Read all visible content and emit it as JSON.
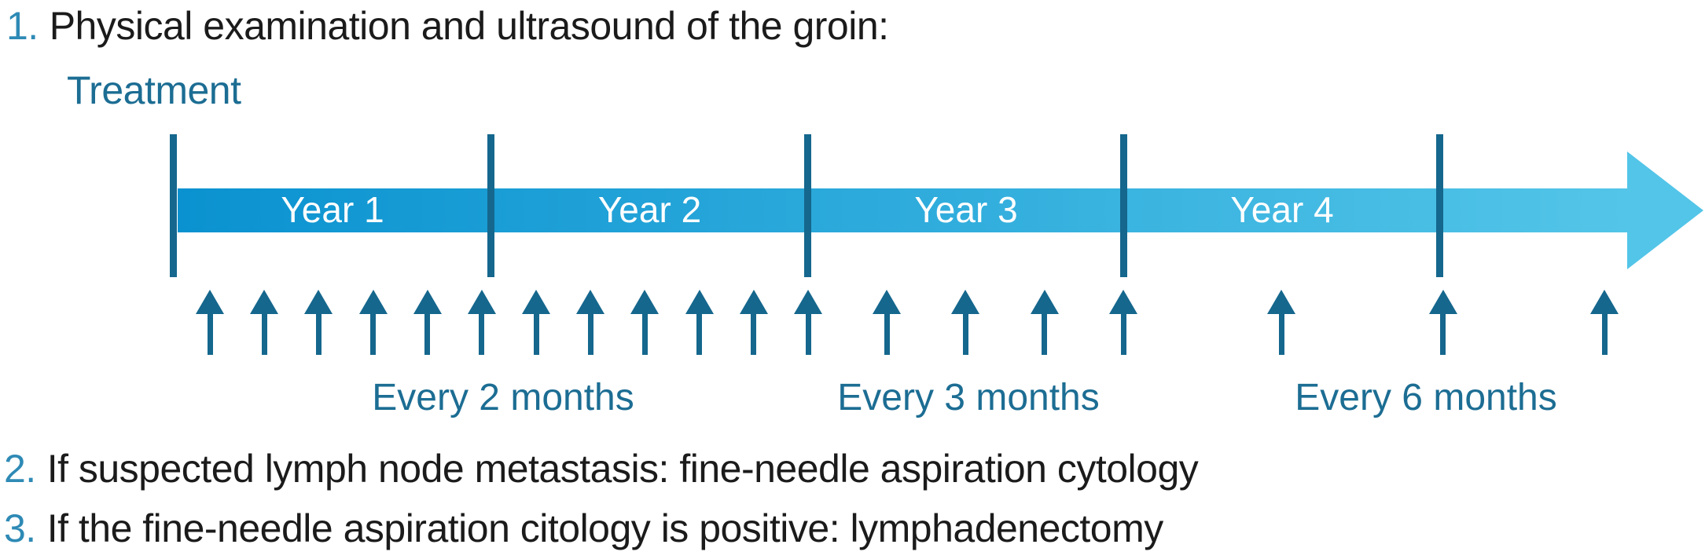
{
  "colors": {
    "number-blue": "#2e8ab5",
    "teal-text": "#1c6d93",
    "tick": "#15678d",
    "arrow": "#15678d",
    "bar-start": "#0a92d0",
    "bar-end": "#53c5e8",
    "ink": "#1b1b1b"
  },
  "items": [
    {
      "number": "1.",
      "text": "Physical examination and ultrasound of the groin:"
    },
    {
      "number": "2.",
      "text": "If suspected lymph node metastasis: fine-needle aspiration cytology"
    },
    {
      "number": "3.",
      "text": "If the fine-needle aspiration citology is positive: lymphadenectomy"
    }
  ],
  "timeline": {
    "treatment_label": "Treatment",
    "years": [
      "Year 1",
      "Year 2",
      "Year 3",
      "Year 4"
    ],
    "intervals": [
      {
        "label": "Every 2 months",
        "arrow_count": 12
      },
      {
        "label": "Every 3 months",
        "arrow_count": 4
      },
      {
        "label": "Every 6 months",
        "arrow_count": 3
      }
    ]
  }
}
